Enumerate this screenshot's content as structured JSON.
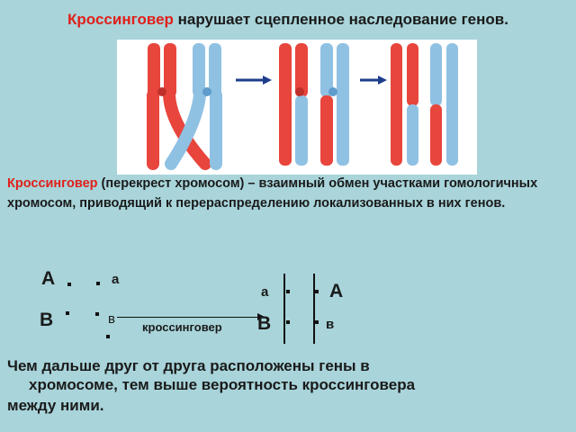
{
  "title": {
    "highlight": "Кроссинговер",
    "rest": " нарушает сцепленное наследование генов."
  },
  "definition": {
    "term": "Кроссинговер",
    "text": " (перекрест хромосом) – взаимный обмен участками гомологичных хромосом, приводящий к перераспределению локализованных в них генов."
  },
  "genetics_diagram": {
    "left": {
      "A": "А",
      "B": "В",
      "a": "а",
      "b": "в"
    },
    "arrow_label": "кроссинговер",
    "right": {
      "a": "а",
      "A": "А",
      "B": "В",
      "b": "в"
    }
  },
  "conclusion": {
    "line1": "Чем дальше друг от друга расположены гены в",
    "line2": "хромосоме, тем выше вероятность кроссинговера",
    "line3": "между ними."
  },
  "colors": {
    "red_chromosome": "#e8453c",
    "blue_chromosome": "#8fc1e3",
    "background": "#a8d4da",
    "accent_text": "#e0201a"
  }
}
